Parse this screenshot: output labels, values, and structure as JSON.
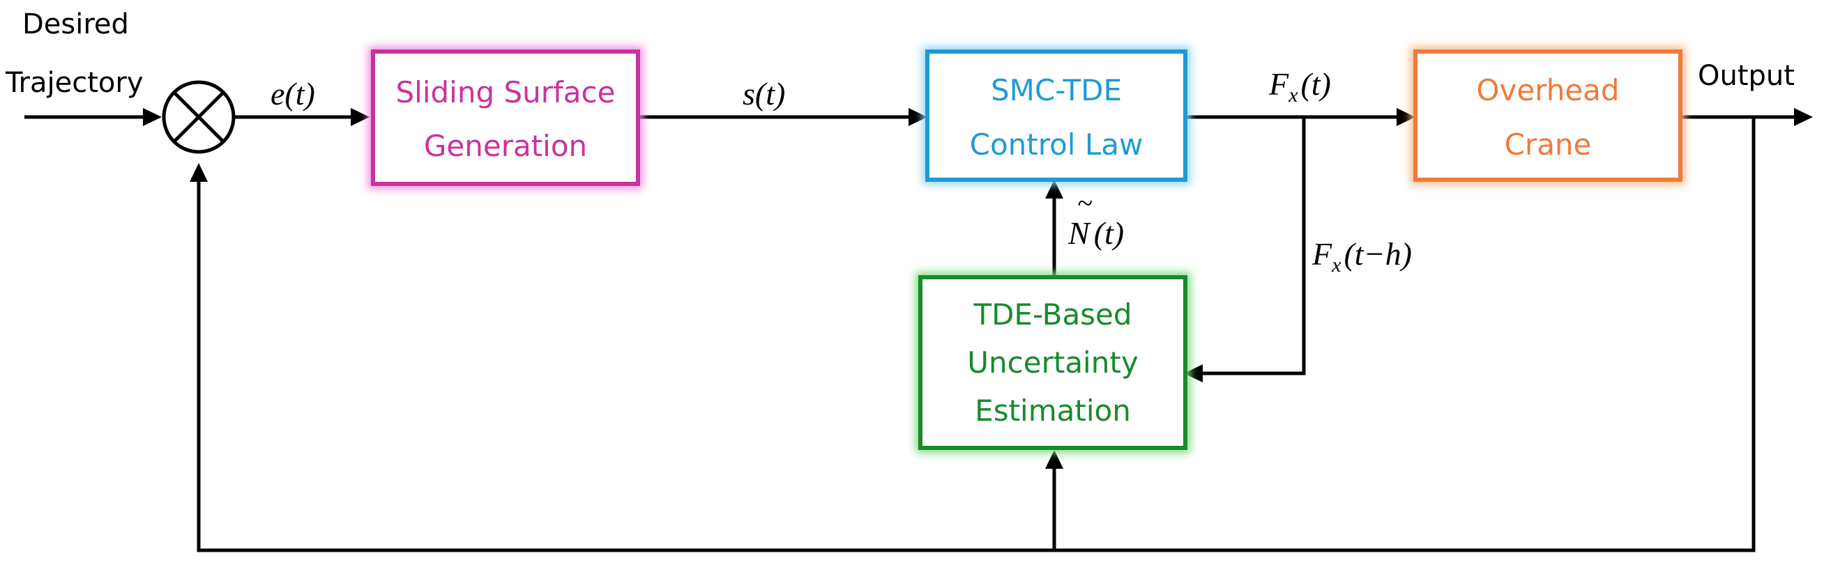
{
  "input": {
    "line1": "Desired",
    "line2": "Trajectory"
  },
  "output": {
    "label": "Output"
  },
  "signals": {
    "error": {
      "sym": "e",
      "arg": "(t)"
    },
    "surface": {
      "sym": "s",
      "arg": "(t)"
    },
    "force": {
      "sym": "F",
      "sub": "x",
      "arg": "(t)"
    },
    "delayed_force": {
      "sym": "F",
      "sub": "x",
      "arg": "(t−h)"
    },
    "estimate": {
      "sym": "N",
      "tilde": "~",
      "arg": "(t)"
    }
  },
  "blocks": {
    "sliding": {
      "line1": "Sliding Surface",
      "line2": "Generation",
      "color": "#c8329e",
      "glow": "#f08ee0"
    },
    "smc": {
      "line1": "SMC-TDE",
      "line2": "Control Law",
      "color": "#1e9ad6",
      "glow": "#8fd6f5"
    },
    "crane": {
      "line1": "Overhead",
      "line2": "Crane",
      "color": "#f07a3c",
      "glow": "#f8b98a"
    },
    "tde": {
      "line1": "TDE-Based",
      "line2": "Uncertainty",
      "line3": "Estimation",
      "color": "#178a2c",
      "glow": "#7fdc7f"
    }
  }
}
